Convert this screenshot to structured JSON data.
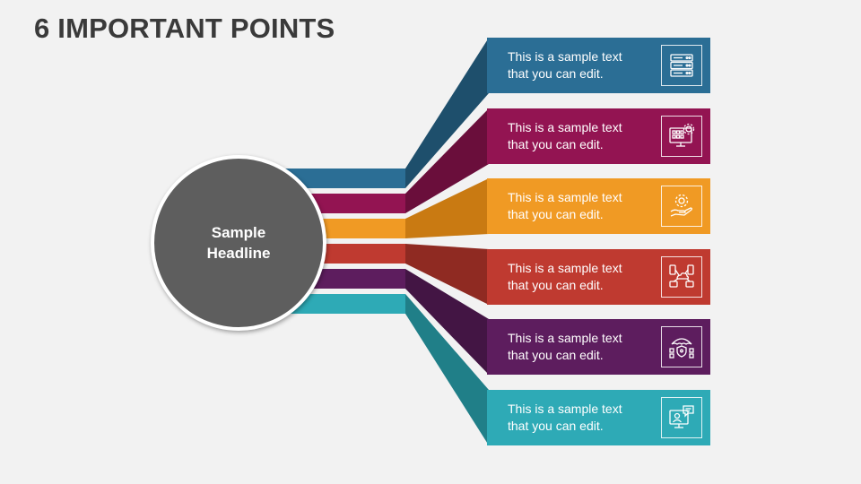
{
  "title": "6 IMPORTANT POINTS",
  "hub": {
    "line1": "Sample",
    "line2": "Headline",
    "color": "#5e5e5e"
  },
  "points": [
    {
      "line1": "This is a sample text",
      "line2": "that you can edit.",
      "color": "#2b6e95",
      "dark": "#1e4f6c",
      "icon": "server-icon"
    },
    {
      "line1": "This is a sample text",
      "line2": "that you can edit.",
      "color": "#931452",
      "dark": "#6a0e3b",
      "icon": "monitor-gear-icon"
    },
    {
      "line1": "This is a sample text",
      "line2": "that you can edit.",
      "color": "#f09a24",
      "dark": "#c97a12",
      "icon": "hand-gear-icon"
    },
    {
      "line1": "This is a sample text",
      "line2": "that you can edit.",
      "color": "#bf3a30",
      "dark": "#8f2a22",
      "icon": "cloud-network-icon"
    },
    {
      "line1": "This is a sample text",
      "line2": "that you can edit.",
      "color": "#5d1d5e",
      "dark": "#431544",
      "icon": "umbrella-shield-icon"
    },
    {
      "line1": "This is a sample text",
      "line2": "that you can edit.",
      "color": "#2eaab6",
      "dark": "#207f88",
      "icon": "video-chat-icon"
    }
  ]
}
